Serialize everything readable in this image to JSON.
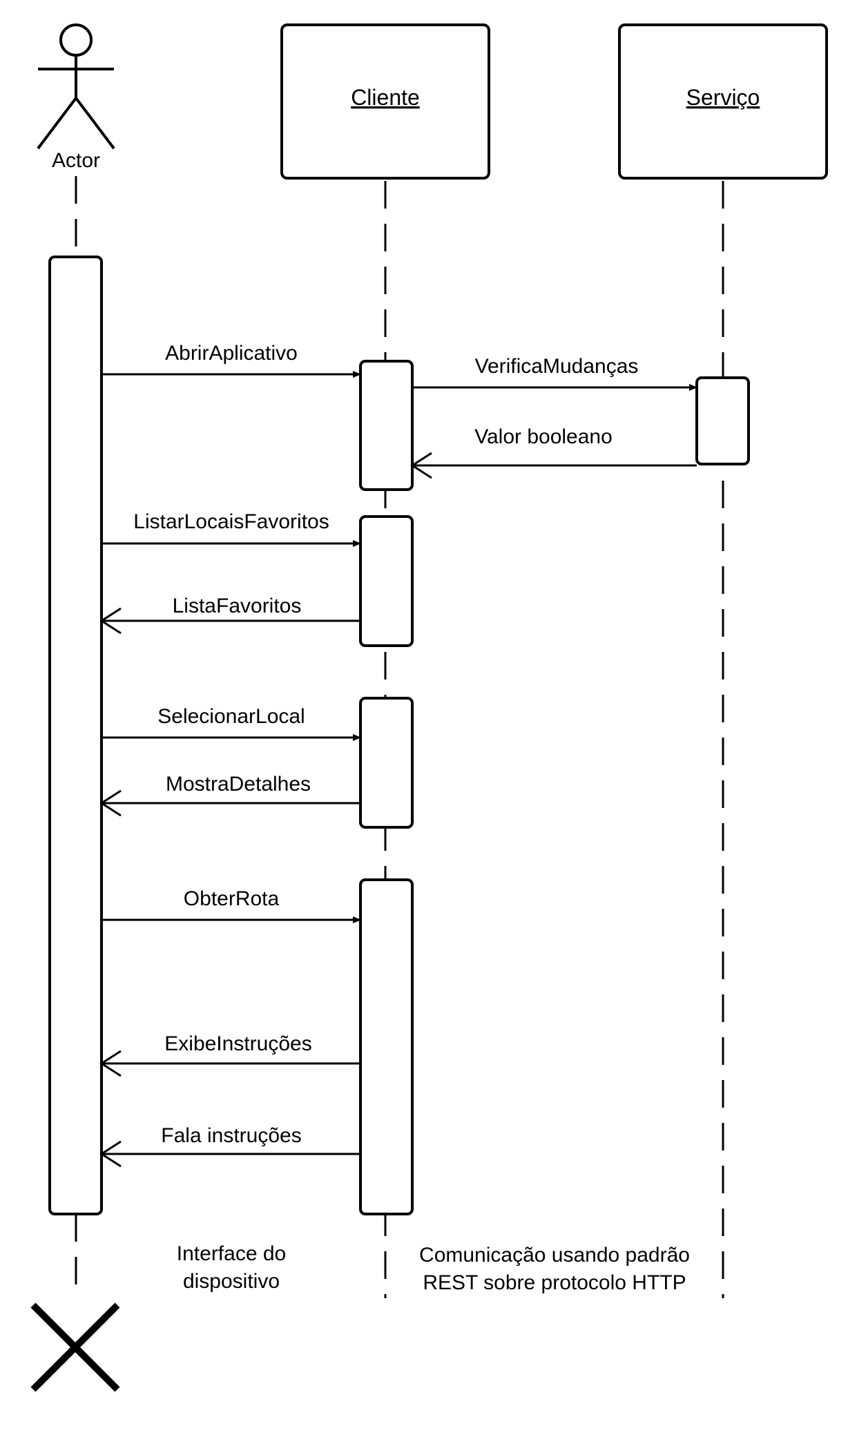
{
  "participants": {
    "actor": {
      "label": "Actor"
    },
    "cliente": {
      "label": "Cliente"
    },
    "servico": {
      "label": "Serviço"
    }
  },
  "messages": [
    {
      "id": "abrir",
      "label": "AbrirAplicativo",
      "from": "Actor",
      "to": "Cliente",
      "kind": "call"
    },
    {
      "id": "verifica",
      "label": "VerificaMudanças",
      "from": "Cliente",
      "to": "Serviço",
      "kind": "call"
    },
    {
      "id": "valor",
      "label": "Valor booleano",
      "from": "Serviço",
      "to": "Cliente",
      "kind": "return"
    },
    {
      "id": "listar",
      "label": "ListarLocaisFavoritos",
      "from": "Actor",
      "to": "Cliente",
      "kind": "call"
    },
    {
      "id": "lista",
      "label": "ListaFavoritos",
      "from": "Cliente",
      "to": "Actor",
      "kind": "return"
    },
    {
      "id": "selecionar",
      "label": "SelecionarLocal",
      "from": "Actor",
      "to": "Cliente",
      "kind": "call"
    },
    {
      "id": "mostra",
      "label": "MostraDetalhes",
      "from": "Cliente",
      "to": "Actor",
      "kind": "return"
    },
    {
      "id": "obter",
      "label": "ObterRota",
      "from": "Actor",
      "to": "Cliente",
      "kind": "call"
    },
    {
      "id": "exibe",
      "label": "ExibeInstruções",
      "from": "Cliente",
      "to": "Actor",
      "kind": "return"
    },
    {
      "id": "fala",
      "label": "Fala instruções",
      "from": "Cliente",
      "to": "Actor",
      "kind": "return"
    }
  ],
  "notes": {
    "interface": [
      "Interface do",
      "dispositivo"
    ],
    "comunicacao": [
      "Comunicação usando padrão",
      "REST sobre protocolo HTTP"
    ]
  },
  "colors": {
    "stroke": "#000000",
    "background": "#ffffff"
  }
}
